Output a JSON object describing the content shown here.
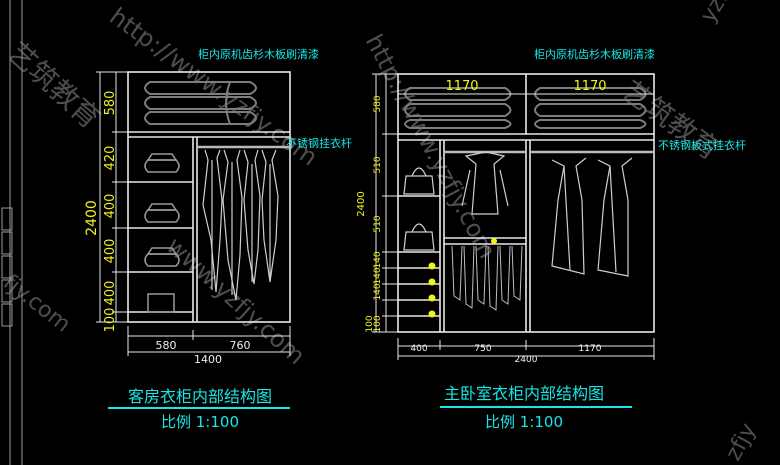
{
  "left_drawing": {
    "note_top": "柜内原机齿杉木板刷清漆",
    "note_rod": "不锈钢挂衣杆",
    "height_total": "2400",
    "heights": [
      "580",
      "420",
      "400",
      "400",
      "400",
      "100"
    ],
    "widths": [
      "580",
      "760"
    ],
    "width_total": "1400",
    "title": "客房衣柜内部结构图",
    "scale": "比例 1:100"
  },
  "right_drawing": {
    "note_top": "柜内原机齿杉木板刷清漆",
    "note_rod": "不锈钢板式挂衣杆",
    "top_widths": [
      "1170",
      "1170"
    ],
    "height_total": "2400",
    "heights": [
      "580",
      "510",
      "510",
      "140",
      "140",
      "140",
      "100",
      "100"
    ],
    "widths": [
      "400",
      "750",
      "1170"
    ],
    "width_total": "2400",
    "title": "主卧室衣柜内部结构图",
    "scale": "比例 1:100"
  },
  "watermarks": {
    "url_a": "http://www.yzfjy.com",
    "url_b": "http://www.yzfjy.com",
    "url_c": "www.yzfjy.com",
    "edu": "艺筑教育",
    "edu_b": "艺筑教育",
    "corner_a": "yzfjy",
    "corner_b": "zfjy",
    "corner_c": "fjy.com"
  }
}
